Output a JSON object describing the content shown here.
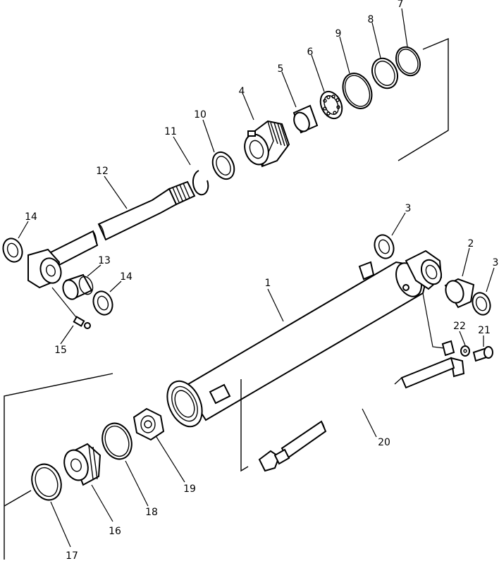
{
  "callouts": {
    "c1": "1",
    "c2": "2",
    "c3a": "3",
    "c3b": "3",
    "c4": "4",
    "c5": "5",
    "c6": "6",
    "c7": "7",
    "c8": "8",
    "c9": "9",
    "c10": "10",
    "c11": "11",
    "c12": "12",
    "c13": "13",
    "c14a": "14",
    "c14b": "14",
    "c15": "15",
    "c16": "16",
    "c17": "17",
    "c18": "18",
    "c19": "19",
    "c20": "20",
    "c21": "21",
    "c22": "22"
  },
  "colors": {
    "line": "#000000",
    "background": "#ffffff"
  }
}
